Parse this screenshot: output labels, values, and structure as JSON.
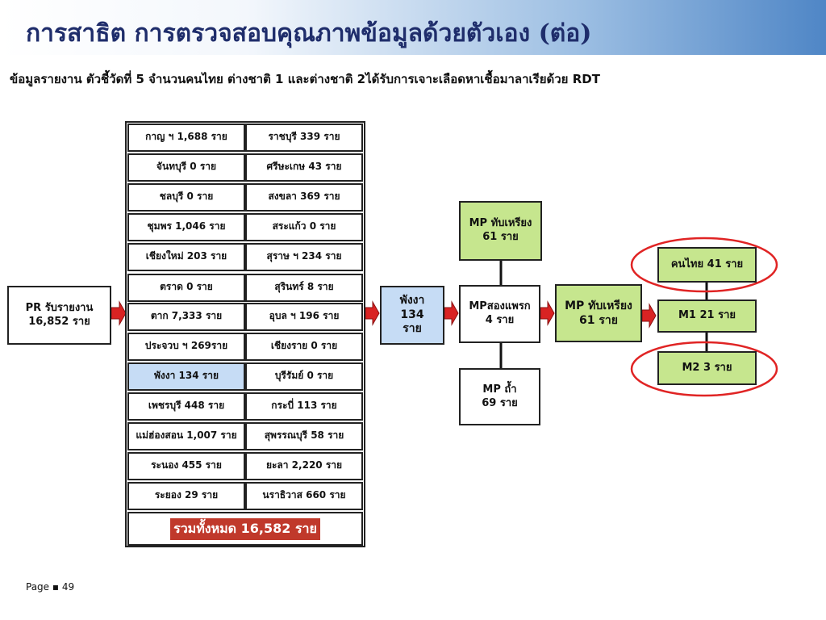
{
  "header": {
    "title": "การสาธิต การตรวจสอบคุณภาพข้อมูลด้วยตัวเอง (ต่อ)",
    "subtitle": "ข้อมูลรายงาน ตัวชี้วัดที่ 5 จำนวนคนไทย ต่างชาติ 1 และต่างชาติ 2ได้รับการเจาะเลือดหาเชื้อมาลาเรียด้วย RDT"
  },
  "pr_box": {
    "line1": "PR รับรายงาน",
    "line2": "16,852 ราย"
  },
  "provinces": {
    "left": [
      "กาญ ฯ 1,688 ราย",
      "จันทบุรี 0 ราย",
      "ชลบุรี 0 ราย",
      "ชุมพร 1,046  ราย",
      "เชียงใหม่ 203 ราย",
      "ตราด 0 ราย",
      "ตาก 7,333 ราย",
      "ประจวบ ฯ  269ราย",
      "พังงา 134 ราย",
      "เพชรบุรี 448 ราย",
      "แม่ฮ่องสอน 1,007 ราย",
      "ระนอง 455 ราย",
      "ระยอง 29 ราย"
    ],
    "right": [
      "ราชบุรี 339 ราย",
      "ศรีษะเกษ 43 ราย",
      "สงขลา 369 ราย",
      "สระแก้ว 0 ราย",
      "สุราษ ฯ 234 ราย",
      "สุรินทร์ 8 ราย",
      "อุบล ฯ 196 ราย",
      "เชียงราย 0 ราย",
      "บุรีรัมย์ 0 ราย",
      "กระบี่ 113 ราย",
      "สุพรรณบุรี 58 ราย",
      "ยะลา 2,220 ราย",
      "นราธิวาส  660 ราย"
    ],
    "highlighted_left_index": 8
  },
  "total": "รวมทั้งหมด 16,582 ราย",
  "phangnga": {
    "line1": "พังงา",
    "line2": "134",
    "line3": "ราย"
  },
  "mp_boxes": {
    "tubrieng_top": {
      "line1": "MP ทับเหรียง",
      "line2": "61 ราย"
    },
    "song_praek": {
      "line1": "MPสองแพรก",
      "line2": "4 ราย"
    },
    "tham": {
      "line1": "MP ถ้ำ",
      "line2": "69 ราย"
    },
    "tubrieng_mid": {
      "line1": "MP ทับเหรียง",
      "line2": "61 ราย"
    }
  },
  "breakdown": {
    "thai": "คนไทย  41 ราย",
    "m1": "M1  21 ราย",
    "m2": "M2  3  ราย"
  },
  "footer": "Page ▪ 49",
  "colors": {
    "green_box": "#c6e68e",
    "blue_box": "#c6dcf5",
    "arrow_red": "#d92323",
    "ellipse_red": "#e02424",
    "title_navy": "#1f2d6b",
    "total_badge": "#c0392b"
  }
}
